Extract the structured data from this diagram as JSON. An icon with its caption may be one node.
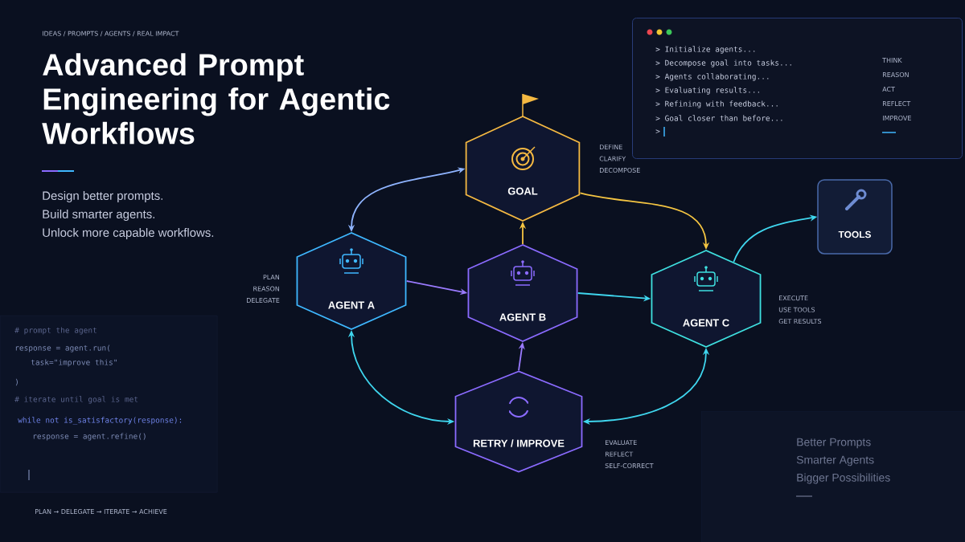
{
  "diagram": {
    "title": "Advanced Prompt Engineering for Agentic Workflows",
    "nodes": [
      {
        "text": [
          "GOAL"
        ],
        "beside": [
          "DEFINE",
          "CLARIFY",
          "DECOMPOSE"
        ]
      },
      {
        "text": [
          "AGENT A"
        ],
        "beside": [
          "PLAN",
          "REASON",
          "DELEGATE"
        ]
      },
      {
        "text": [
          "AGENT B"
        ]
      },
      {
        "text": [
          "AGENT C"
        ],
        "beside": [
          "EXECUTE",
          "USE TOOLS",
          "GET RESULTS"
        ]
      },
      {
        "text": [
          "TOOLS"
        ]
      },
      {
        "text": [
          "RETRY / IMPROVE"
        ],
        "beside": [
          "EVALUATE",
          "REFLECT",
          "SELF-CORRECT"
        ]
      },
      {
        "text": [
          "> Initialize agents...",
          "> Decompose goal into tasks...",
          "> Agents collaborating...",
          "> Evaluating results...",
          "> Refining with feedback...",
          "> Goal closer than before...",
          ">",
          "THINK",
          "REASON",
          "ACT",
          "REFLECT",
          "IMPROVE"
        ]
      },
      {
        "text": [
          "# prompt the agent",
          "response = agent.run(",
          "task=\"improve this\"",
          ")",
          "# iterate until goal is met",
          "while not is_satisfactory(response):",
          "response = agent.refine()"
        ]
      },
      {
        "text": [
          "Better Prompts",
          "Smarter Agents",
          "Bigger Possibilities"
        ]
      }
    ],
    "edges": [
      {
        "from": 1,
        "to": 0,
        "arrow": "both",
        "color": "#8fb4ff"
      },
      {
        "from": 0,
        "to": 3,
        "arrow": "to",
        "color": "#f5c542"
      },
      {
        "from": 2,
        "to": 0,
        "arrow": "to",
        "color": "#f5c542"
      },
      {
        "from": 1,
        "to": 2,
        "arrow": "to",
        "color": "#9b7bff"
      },
      {
        "from": 2,
        "to": 3,
        "arrow": "to"
      },
      {
        "from": 3,
        "to": 4,
        "arrow": "to"
      },
      {
        "from": 1,
        "to": 5,
        "arrow": "both"
      },
      {
        "from": 5,
        "to": 2,
        "arrow": "to",
        "color": "#9b7bff"
      },
      {
        "from": 3,
        "to": 5,
        "arrow": "both"
      }
    ],
    "labels": [
      "IDEAS / PROMPTS / AGENTS / REAL IMPACT",
      "Design better prompts.",
      "Build smarter agents.",
      "Unlock more capable workflows.",
      "PLAN → DELEGATE → ITERATE → ACHIEVE"
    ]
  }
}
